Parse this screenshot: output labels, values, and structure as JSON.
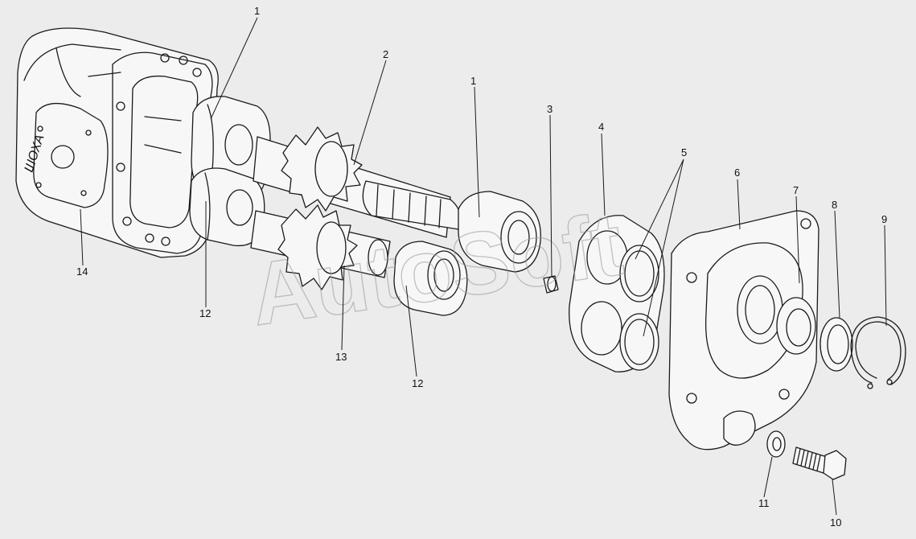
{
  "watermark": "AutoSoft",
  "housing_marking": "ШОХА",
  "callouts": [
    {
      "id": "c1a",
      "label": "1"
    },
    {
      "id": "c2",
      "label": "2"
    },
    {
      "id": "c1b",
      "label": "1"
    },
    {
      "id": "c3",
      "label": "3"
    },
    {
      "id": "c4",
      "label": "4"
    },
    {
      "id": "c5",
      "label": "5"
    },
    {
      "id": "c6",
      "label": "6"
    },
    {
      "id": "c7",
      "label": "7"
    },
    {
      "id": "c8",
      "label": "8"
    },
    {
      "id": "c9",
      "label": "9"
    },
    {
      "id": "c14",
      "label": "14"
    },
    {
      "id": "c12a",
      "label": "12"
    },
    {
      "id": "c13",
      "label": "13"
    },
    {
      "id": "c12b",
      "label": "12"
    },
    {
      "id": "c11",
      "label": "11"
    },
    {
      "id": "c10",
      "label": "10"
    }
  ]
}
